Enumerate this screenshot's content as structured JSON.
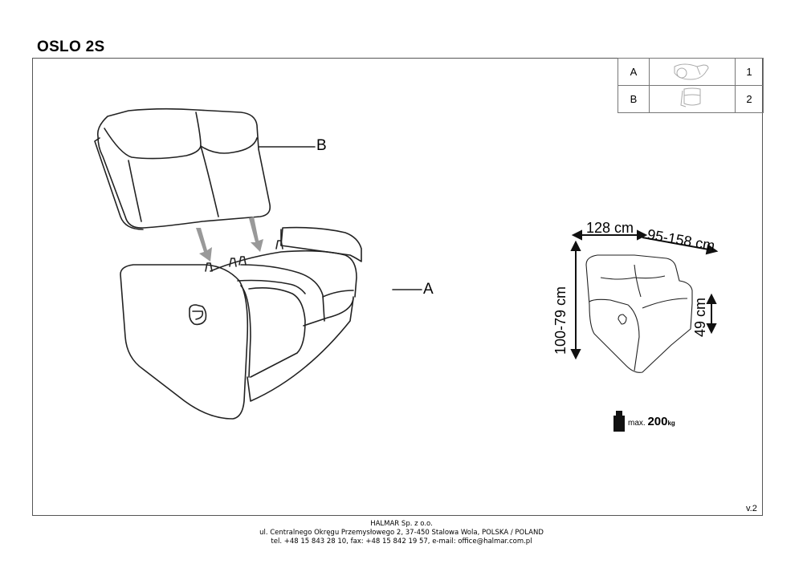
{
  "title": "OSLO 2S",
  "labels": {
    "part_b": "B",
    "part_a": "A"
  },
  "parts_table": [
    {
      "letter": "A",
      "icon": "sofa-base-thumbnail",
      "qty": "1"
    },
    {
      "letter": "B",
      "icon": "backrest-thumbnail",
      "qty": "2"
    }
  ],
  "dimensions": {
    "width": "128 cm",
    "depth": "95-158 cm",
    "height": "100-79 cm",
    "seat_height": "49 cm"
  },
  "max_load": {
    "prefix": "max.",
    "value": "200",
    "unit": "kg"
  },
  "version": "v.2",
  "footer": {
    "company": "HALMAR Sp. z o.o.",
    "address": "ul. Centralnego Okręgu Przemysłowego 2, 37-450 Stalowa Wola, POLSKA / POLAND",
    "contact": "tel. +48 15 843 28 10, fax: +48 15 842 19 57, e-mail: office@halmar.com.pl"
  }
}
